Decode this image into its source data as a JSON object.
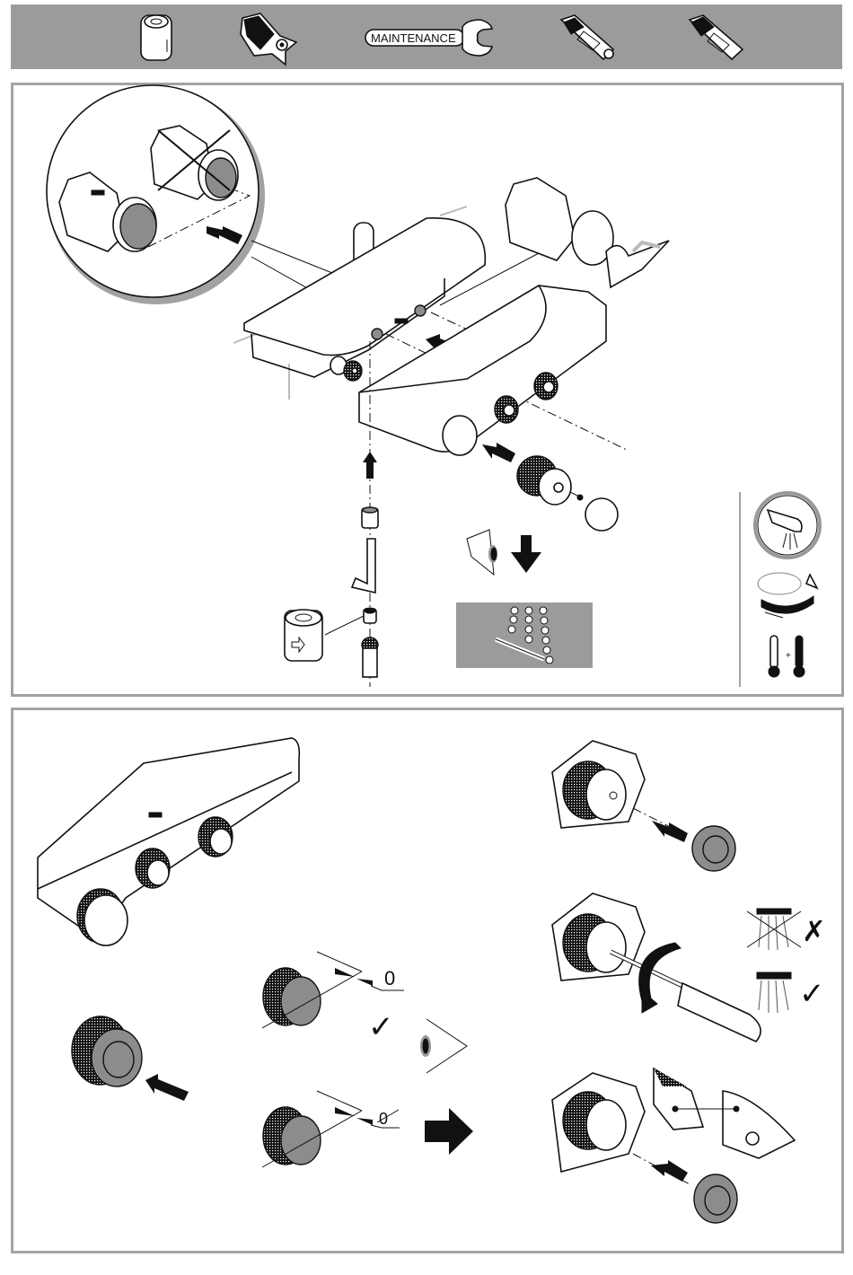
{
  "header": {
    "background": "#9b9b9b",
    "icons": [
      {
        "name": "cartridge-filter-icon"
      },
      {
        "name": "check-valve-icon"
      },
      {
        "name": "maintenance-wrench-icon",
        "label": "MAINTENANCE"
      },
      {
        "name": "thermostat-cartridge-icon"
      },
      {
        "name": "flow-cartridge-icon"
      }
    ]
  },
  "top_panel": {
    "step_labels": {
      "wrong_symbol": "✕",
      "detail_view": "cartridge orientation detail"
    },
    "side_icons": [
      {
        "name": "faucet-flow-icon"
      },
      {
        "name": "rotate-handle-icon"
      },
      {
        "name": "thermometers-icon",
        "label": "+"
      }
    ]
  },
  "bottom_panel": {
    "gap_ok_label": "0",
    "gap_not_ok_label": "0",
    "check_symbol": "✓",
    "cross_symbol": "✗"
  }
}
